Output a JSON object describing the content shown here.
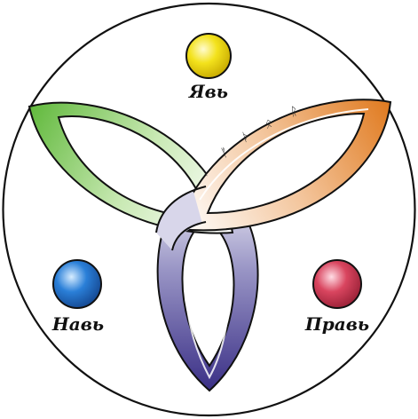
{
  "labels": {
    "top": "Явь",
    "left": "Навь",
    "right": "Правь"
  },
  "colors": {
    "green": "#5fb83a",
    "orange": "#e07a1f",
    "purple": "#3a2f86",
    "yellow": "#f3e21c",
    "blue": "#2a7fd8",
    "red": "#d9455f",
    "outline": "#111111"
  },
  "icons": {
    "top_orb": "yellow-sphere",
    "left_orb": "blue-sphere",
    "right_orb": "red-sphere"
  }
}
